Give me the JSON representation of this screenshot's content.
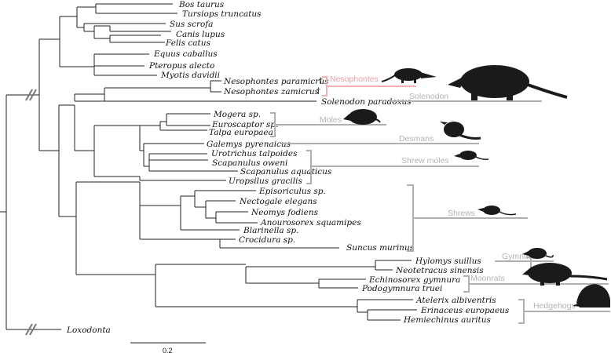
{
  "tips": {
    "bos": "Bos taurus",
    "tursiops": "Tursiops truncatus",
    "sus": "Sus scrofa",
    "canis": "Canis lupus",
    "felis": "Felis catus",
    "equus": "Equus caballus",
    "pteropus": "Pteropus alecto",
    "myotis": "Myotis davidii",
    "neso_par": "Nesophontes paramicrus",
    "neso_zam": "Nesophontes zamicrus",
    "solenodon": "Solenodon paradoxus",
    "mogera": "Mogera sp.",
    "euroscaptor": "Euroscaptor sp.",
    "talpa": "Talpa europaea",
    "galemys": "Galemys pyrenaicus",
    "urotrichus": "Urotrichus talpoides",
    "scap_oweni": "Scapanulus oweni",
    "scap_aqua": "Scapanulus aquaticus",
    "uropsilus": "Uropsilus gracilis",
    "episoriculus": "Episoriculus sp.",
    "nectogale": "Nectogale elegans",
    "neomys": "Neomys fodiens",
    "anourosorex": "Anourosorex squamipes",
    "blarinella": "Blarinella sp.",
    "crocidura": "Crocidura sp.",
    "suncus": "Suncus murinus",
    "hylomys": "Hylomys suillus",
    "neotetracus": "Neotetracus sinensis",
    "echinosorex": "Echinosorex gymnura",
    "podogymnura": "Podogymnura truei",
    "atelerix": "Atelerix albiventris",
    "erinaceus": "Erinaceus europaeus",
    "hemiechinus": "Hemiechinus auritus",
    "loxodonta": "Loxodonta"
  },
  "extinct_marker": "†",
  "groups": {
    "nesophontes": "Nesophontes",
    "solenodon": "Solenodon",
    "moles": "Moles",
    "desmans": "Desmans",
    "shrew_moles": "Shrew moles",
    "shrews": "Shrews",
    "gymnures": "Gymnures",
    "moonrats": "Moonrats",
    "hedgehogs": "Hedgehogs"
  },
  "scale": {
    "label": "0.2"
  },
  "colors": {
    "group_gray": "#b3b3b3",
    "nesophontes_pink": "#ee9f9f",
    "branch": "#222222"
  }
}
